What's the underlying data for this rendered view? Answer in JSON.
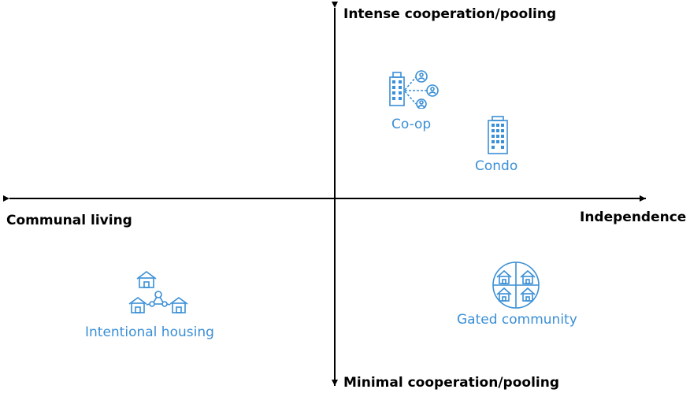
{
  "axes": {
    "top": "Intense cooperation/pooling",
    "bottom": "Minimal cooperation/pooling",
    "left": "Communal living",
    "right": "Independence"
  },
  "items": {
    "coop": {
      "label": "Co-op",
      "icon": "building-with-people-icon"
    },
    "condo": {
      "label": "Condo",
      "icon": "building-icon"
    },
    "intentional": {
      "label": "Intentional housing",
      "icon": "connected-houses-icon"
    },
    "gated": {
      "label": "Gated community",
      "icon": "houses-in-circle-icon"
    }
  },
  "colors": {
    "accent": "#3a8fd6",
    "axis": "#000000"
  }
}
